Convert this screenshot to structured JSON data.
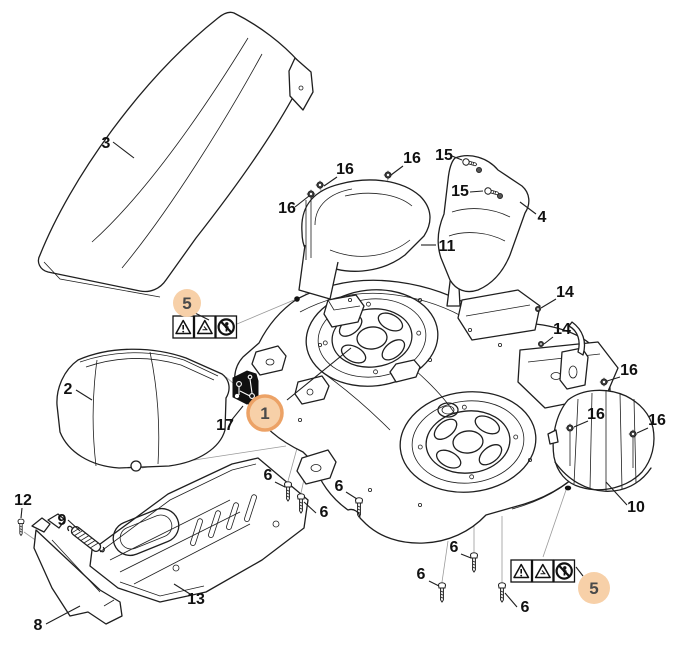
{
  "diagram": {
    "kind": "exploded-parts-diagram",
    "subject": "mower cutting deck assembly",
    "background_color": "#ffffff",
    "line_color": "#1f1f1f",
    "highlight": {
      "fill": "#f7d0a8",
      "ring": "#eca266",
      "number_color": "#4a4a4a"
    },
    "callouts": {
      "n1": "1",
      "n2": "2",
      "n3": "3",
      "n4": "4",
      "n5": "5",
      "n6": "6",
      "n8": "8",
      "n9": "9",
      "n10": "10",
      "n11": "11",
      "n12": "12",
      "n13": "13",
      "n14": "14",
      "n15": "15",
      "n16": "16",
      "n17": "17"
    },
    "highlighted_callouts": [
      "1",
      "5"
    ],
    "safety_label": {
      "icons": [
        "warning-triangle-icon",
        "read-manual-triangle-icon",
        "no-bystanders-icon"
      ]
    },
    "info_label": {
      "icon": "belt-routing-icon"
    }
  }
}
